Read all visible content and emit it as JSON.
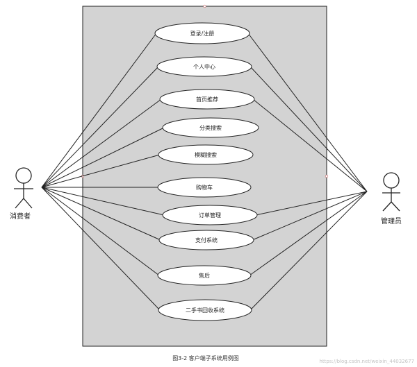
{
  "diagram": {
    "system_boundary": {
      "fill": "#d3d3d3",
      "stroke": "#222222"
    },
    "use_cases": [
      {
        "id": "login",
        "label": "登录/注册"
      },
      {
        "id": "profile",
        "label": "个人中心"
      },
      {
        "id": "home-recommend",
        "label": "首页推荐"
      },
      {
        "id": "category-search",
        "label": "分类搜索"
      },
      {
        "id": "fuzzy-search",
        "label": "模糊搜索"
      },
      {
        "id": "cart",
        "label": "购物车"
      },
      {
        "id": "order-manage",
        "label": "订单管理"
      },
      {
        "id": "payment",
        "label": "支付系统"
      },
      {
        "id": "after-sales",
        "label": "售后"
      },
      {
        "id": "book-recycle",
        "label": "二手书回收系统"
      }
    ],
    "actors": [
      {
        "id": "consumer",
        "label": "消费者"
      },
      {
        "id": "admin",
        "label": "管理员"
      }
    ],
    "associations": {
      "consumer": [
        "login",
        "profile",
        "home-recommend",
        "category-search",
        "fuzzy-search",
        "cart",
        "order-manage",
        "payment",
        "after-sales",
        "book-recycle"
      ],
      "admin": [
        "login",
        "profile",
        "home-recommend",
        "order-manage",
        "payment",
        "after-sales",
        "book-recycle"
      ]
    },
    "caption": "图3-2 客户端子系统用例图",
    "watermark": "https://blog.csdn.net/weixin_44032677"
  }
}
